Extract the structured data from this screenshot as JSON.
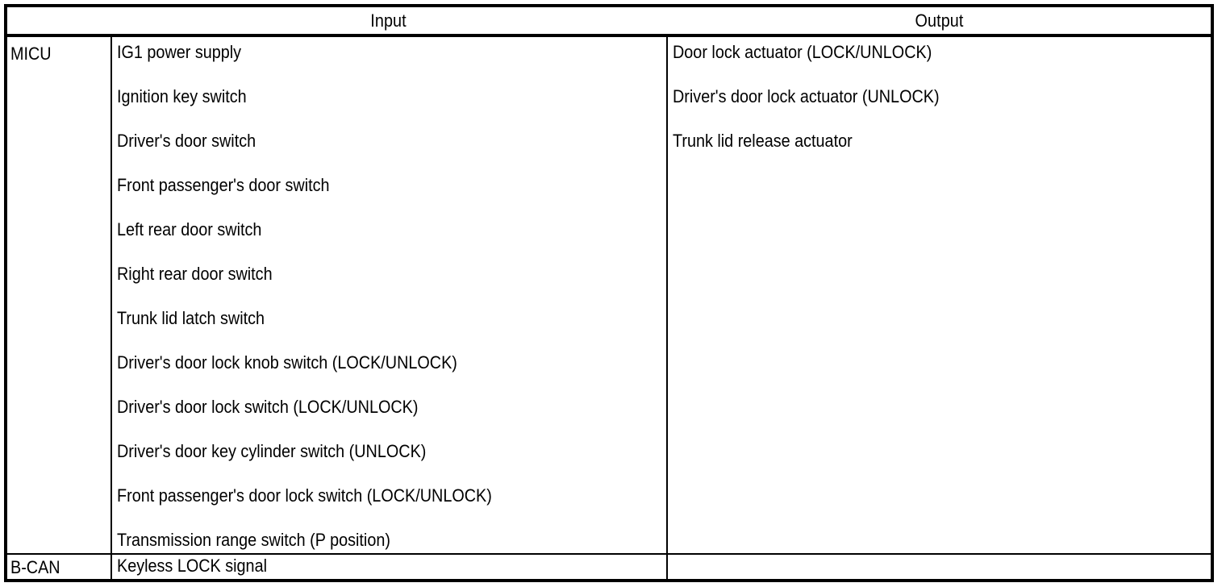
{
  "table": {
    "headers": {
      "module": "",
      "input": "Input",
      "output": "Output"
    },
    "rows": [
      {
        "module": "MICU",
        "inputs": [
          "IG1 power supply",
          "Ignition key switch",
          "Driver's door switch",
          "Front passenger's door switch",
          "Left rear door switch",
          "Right rear door switch",
          "Trunk lid latch switch",
          "Driver's door lock knob switch (LOCK/UNLOCK)",
          "Driver's door lock switch (LOCK/UNLOCK)",
          "Driver's door key cylinder switch (UNLOCK)",
          "Front passenger's door lock switch (LOCK/UNLOCK)",
          "Transmission range switch (P position)"
        ],
        "outputs": [
          "Door lock actuator (LOCK/UNLOCK)",
          "Driver's door lock actuator (UNLOCK)",
          "Trunk lid release actuator"
        ]
      },
      {
        "module": "B-CAN",
        "inputs": [
          "Keyless LOCK signal"
        ],
        "outputs": []
      }
    ]
  },
  "colors": {
    "border": "#000000",
    "text": "#000000",
    "background": "#ffffff"
  }
}
